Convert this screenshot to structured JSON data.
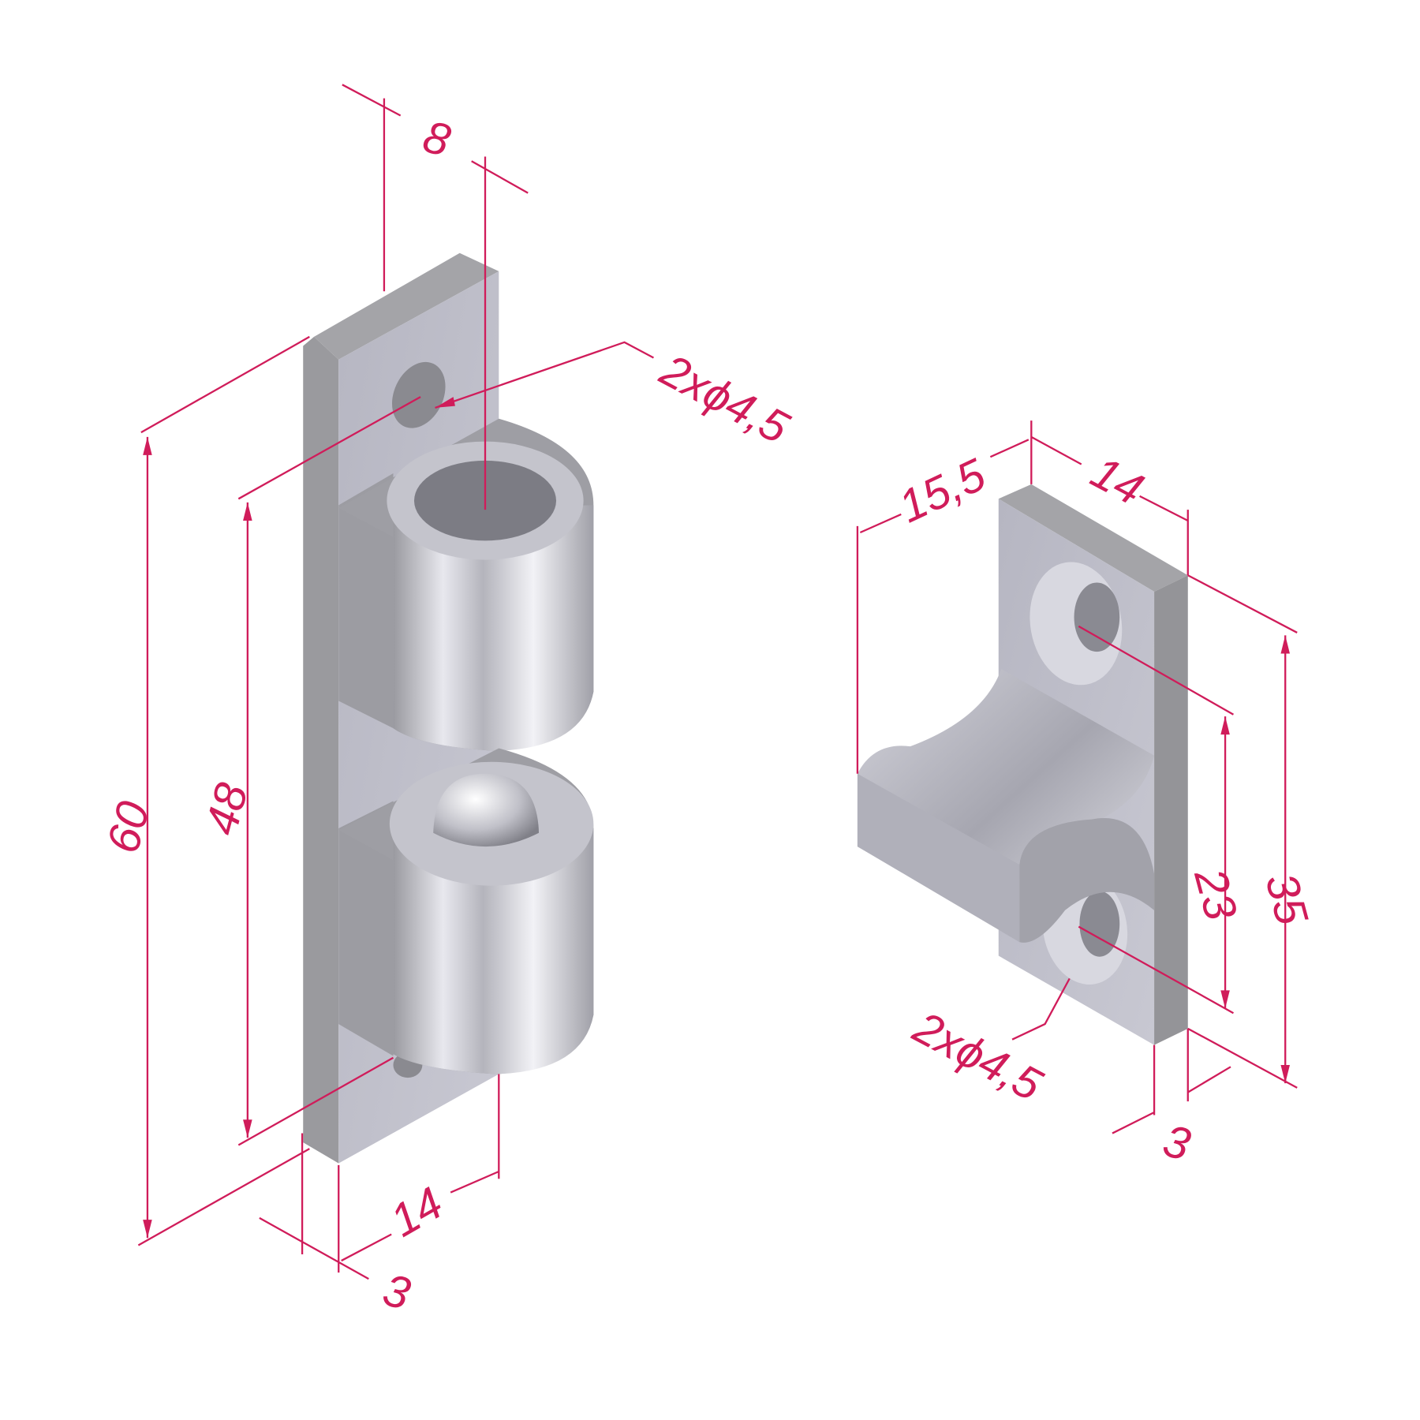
{
  "colors": {
    "dimension": "#d01c5a",
    "metal_light": "#c9c9d2",
    "metal_mid": "#a8a8b0",
    "metal_dark": "#8e8e94"
  },
  "left_part": {
    "dims": {
      "top_offset": "8",
      "hole_callout": "2xϕ4,5",
      "total_height": "60",
      "hole_spacing": "48",
      "width": "14",
      "thickness": "3"
    }
  },
  "right_part": {
    "dims": {
      "depth": "15,5",
      "width": "14",
      "hole_spacing": "23",
      "height": "35",
      "hole_callout": "2xϕ4,5",
      "thickness": "3"
    }
  }
}
